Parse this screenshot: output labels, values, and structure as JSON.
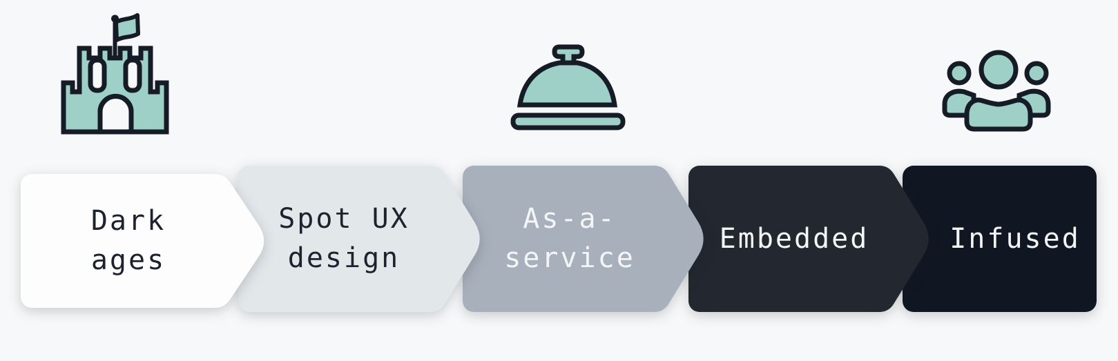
{
  "canvas": {
    "background": "#f7f8f9"
  },
  "icons": {
    "fill": "#9ed0c8",
    "outline": "#161c26",
    "cutout": "#f7f8f9",
    "castle_label": "castle-icon",
    "bell_label": "service-bell-icon",
    "people_label": "people-group-icon"
  },
  "stages": [
    {
      "label": "Dark ages",
      "color": "#fdfdfe",
      "text_color": "#1c222e",
      "icon": "castle"
    },
    {
      "label": "Spot UX design",
      "color": "#e2e7ea",
      "text_color": "#1c222e",
      "icon": ""
    },
    {
      "label": "As-a-service",
      "color": "#a8b1bb",
      "text_color": "#f3f5f7",
      "icon": "service-bell"
    },
    {
      "label": "Embedded",
      "color": "#23272f",
      "text_color": "#f3f5f7",
      "icon": ""
    },
    {
      "label": "Infused",
      "color": "#111722",
      "text_color": "#f3f5f7",
      "icon": "people-group"
    }
  ]
}
